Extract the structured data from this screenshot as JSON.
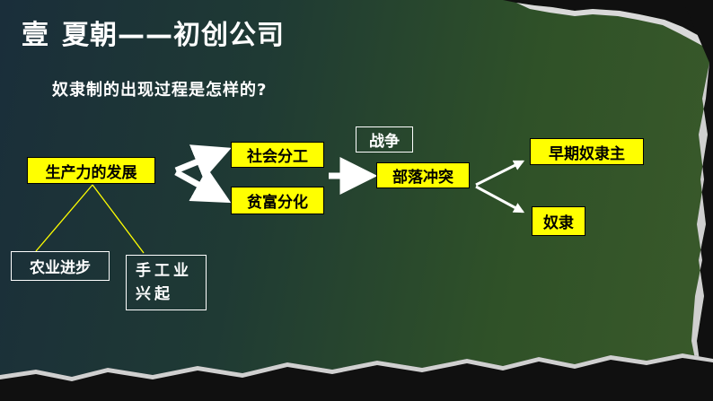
{
  "title": {
    "number": "壹",
    "text": "夏朝——初创公司"
  },
  "question": "奴隶制的出现过程是怎样的?",
  "nodes": {
    "productivity": "生产力的发展",
    "agriculture": "农业进步",
    "handicraft_line1": "手工业",
    "handicraft_line2": "兴起",
    "division": "社会分工",
    "wealth_gap": "贫富分化",
    "war": "战争",
    "tribal_conflict": "部落冲突",
    "slave_owner": "早期奴隶主",
    "slave": "奴隶"
  },
  "colors": {
    "box_fill": "#ffff00",
    "arrow": "#ffffff",
    "connector": "#ffff00"
  }
}
